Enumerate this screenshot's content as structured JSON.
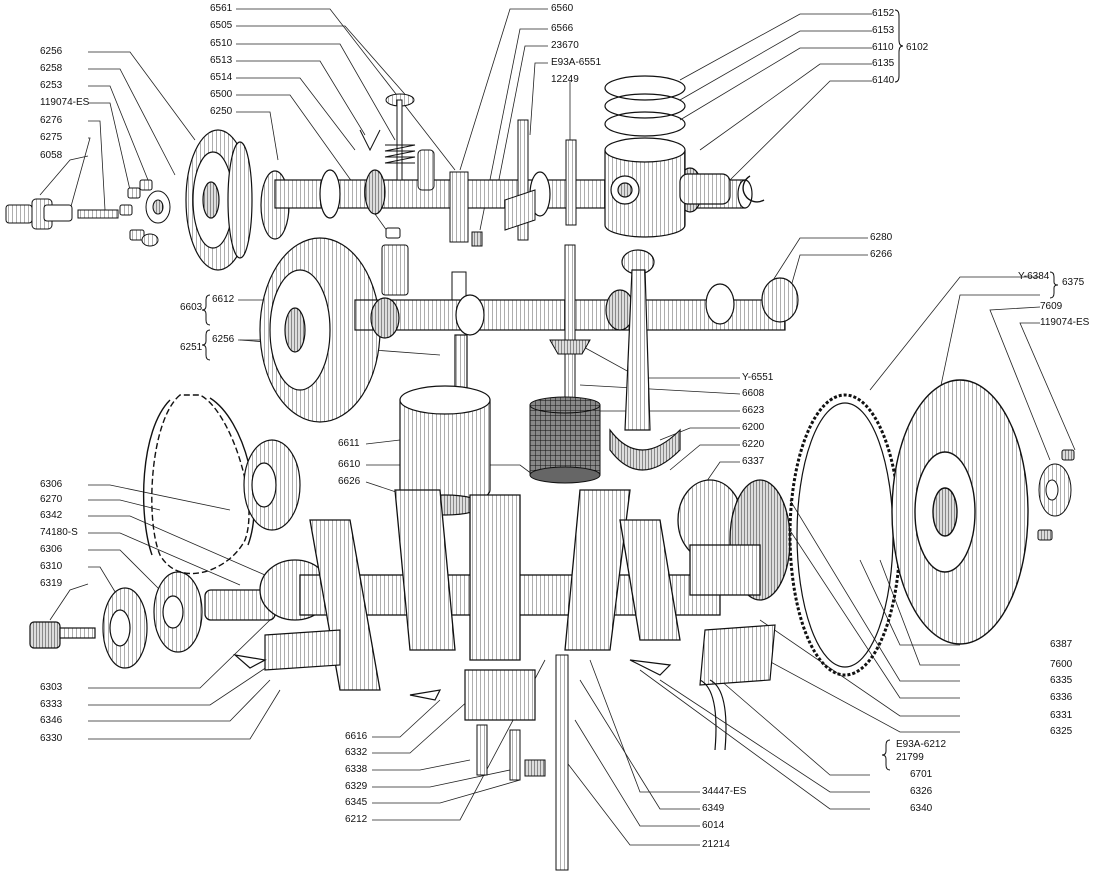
{
  "diagram": {
    "labels": {
      "l6561": "6561",
      "l6505": "6505",
      "l6510": "6510",
      "l6513": "6513",
      "l6514": "6514",
      "l6500": "6500",
      "l6250": "6250",
      "l6560": "6560",
      "l6566": "6566",
      "l23670": "23670",
      "lE93A6551": "E93A-6551",
      "l12249": "12249",
      "l6152": "6152",
      "l6153": "6153",
      "l6110": "6110",
      "l6135": "6135",
      "l6140": "6140",
      "l6102": "6102",
      "l6256a": "6256",
      "l6258": "6258",
      "l6253": "6253",
      "l119074a": "119074-ES",
      "l6276": "6276",
      "l6275": "6275",
      "l6058": "6058",
      "l6280": "6280",
      "l6266": "6266",
      "l6612": "6612",
      "l6603": "6603",
      "l6256b": "6256",
      "l6251": "6251",
      "lY6551": "Y-6551",
      "l6608": "6608",
      "l6623": "6623",
      "l6200": "6200",
      "l6220": "6220",
      "l6337": "6337",
      "lY6384": "Y-6384",
      "l6375": "6375",
      "l7609": "7609",
      "l119074b": "119074-ES",
      "l6611": "6611",
      "l6610": "6610",
      "l6626": "6626",
      "l6306a": "6306",
      "l6270": "6270",
      "l6342": "6342",
      "l74180S": "74180-S",
      "l6306b": "6306",
      "l6310": "6310",
      "l6319": "6319",
      "l6303": "6303",
      "l6333": "6333",
      "l6346": "6346",
      "l6330": "6330",
      "l6616": "6616",
      "l6332": "6332",
      "l6338": "6338",
      "l6329": "6329",
      "l6345": "6345",
      "l6212": "6212",
      "l6387": "6387",
      "l7600": "7600",
      "l6335": "6335",
      "l6336": "6336",
      "l6331": "6331",
      "l6325": "6325",
      "lE93A6212": "E93A-6212",
      "l21799": "21799",
      "l6701": "6701",
      "l6326": "6326",
      "l6340": "6340",
      "l34447": "34447-ES",
      "l6349": "6349",
      "l6014": "6014",
      "l21214": "21214"
    }
  }
}
